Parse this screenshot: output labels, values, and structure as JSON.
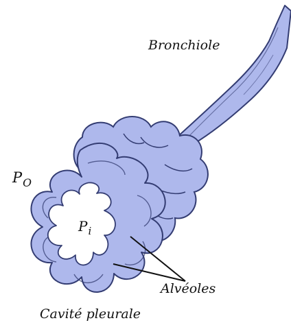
{
  "labels": {
    "bronchiole": "Bronchiole",
    "po_main": "P",
    "po_sub": "O",
    "pi_main": "P",
    "pi_sub": "i",
    "alveoles": "Alvéoles",
    "cavite": "Cavité pleurale"
  },
  "colors": {
    "tissue_fill": "#aeb8ec",
    "tissue_stroke": "#333c72",
    "lumen_fill": "#ffffff",
    "line_color": "#111111"
  }
}
